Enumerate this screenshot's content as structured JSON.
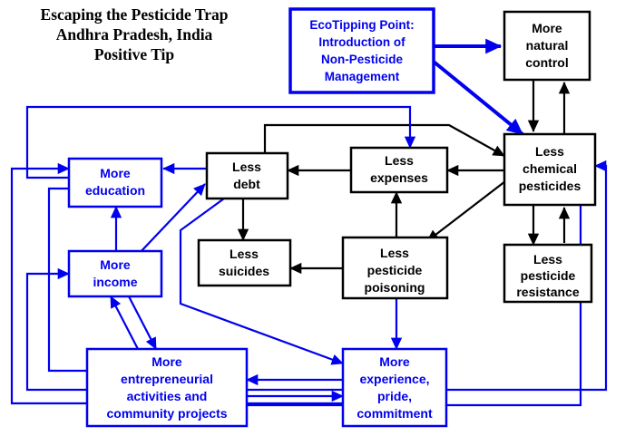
{
  "title": {
    "line1": "Escaping the Pesticide Trap",
    "line2": "Andhra Pradesh, India",
    "line3": "Positive Tip"
  },
  "colors": {
    "black": "#000000",
    "blue": "#0000EE",
    "background": "#FFFFFF"
  },
  "tipping_point": {
    "line1": "EcoTipping Point:",
    "line2": "Introduction of",
    "line3": "Non-Pesticide",
    "line4": "Management"
  },
  "nodes": {
    "natural_control": {
      "line1": "More",
      "line2": "natural",
      "line3": "control"
    },
    "chemical_pesticides": {
      "line1": "Less",
      "line2": "chemical",
      "line3": "pesticides"
    },
    "pesticide_resistance": {
      "line1": "Less",
      "line2": "pesticide",
      "line3": "resistance"
    },
    "expenses": {
      "line1": "Less",
      "line2": "expenses"
    },
    "debt": {
      "line1": "Less",
      "line2": "debt"
    },
    "suicides": {
      "line1": "Less",
      "line2": "suicides"
    },
    "poisoning": {
      "line1": "Less",
      "line2": "pesticide",
      "line3": "poisoning"
    },
    "education": {
      "line1": "More",
      "line2": "education"
    },
    "income": {
      "line1": "More",
      "line2": "income"
    },
    "entrepreneurial": {
      "line1": "More",
      "line2": "entrepreneurial",
      "line3": "activities and",
      "line4": "community projects"
    },
    "experience": {
      "line1": "More",
      "line2": "experience,",
      "line3": "pride,",
      "line4": "commitment"
    }
  },
  "chart_data": {
    "type": "diagram",
    "subtype": "causal-loop-diagram",
    "title": "Escaping the Pesticide Trap — Andhra Pradesh, India — Positive Tip",
    "node_list": [
      {
        "id": "tipping_point",
        "label": "EcoTipping Point: Introduction of Non-Pesticide Management",
        "color": "blue"
      },
      {
        "id": "natural_control",
        "label": "More natural control",
        "color": "black"
      },
      {
        "id": "chemical_pesticides",
        "label": "Less chemical pesticides",
        "color": "black"
      },
      {
        "id": "pesticide_resistance",
        "label": "Less pesticide resistance",
        "color": "black"
      },
      {
        "id": "expenses",
        "label": "Less expenses",
        "color": "black"
      },
      {
        "id": "debt",
        "label": "Less debt",
        "color": "black"
      },
      {
        "id": "suicides",
        "label": "Less suicides",
        "color": "black"
      },
      {
        "id": "poisoning",
        "label": "Less pesticide poisoning",
        "color": "black"
      },
      {
        "id": "education",
        "label": "More education",
        "color": "blue"
      },
      {
        "id": "income",
        "label": "More income",
        "color": "blue"
      },
      {
        "id": "entrepreneurial",
        "label": "More entrepreneurial activities and community projects",
        "color": "blue"
      },
      {
        "id": "experience",
        "label": "More experience, pride, commitment",
        "color": "blue"
      }
    ],
    "edges": [
      {
        "from": "tipping_point",
        "to": "natural_control",
        "color": "blue"
      },
      {
        "from": "tipping_point",
        "to": "chemical_pesticides",
        "color": "blue"
      },
      {
        "from": "natural_control",
        "to": "chemical_pesticides",
        "color": "black"
      },
      {
        "from": "chemical_pesticides",
        "to": "natural_control",
        "color": "black"
      },
      {
        "from": "chemical_pesticides",
        "to": "pesticide_resistance",
        "color": "black"
      },
      {
        "from": "pesticide_resistance",
        "to": "chemical_pesticides",
        "color": "black"
      },
      {
        "from": "chemical_pesticides",
        "to": "expenses",
        "color": "black"
      },
      {
        "from": "chemical_pesticides",
        "to": "poisoning",
        "color": "black"
      },
      {
        "from": "poisoning",
        "to": "expenses",
        "color": "black"
      },
      {
        "from": "expenses",
        "to": "debt",
        "color": "black"
      },
      {
        "from": "debt",
        "to": "suicides",
        "color": "black"
      },
      {
        "from": "poisoning",
        "to": "suicides",
        "color": "black"
      },
      {
        "from": "debt",
        "to": "chemical_pesticides",
        "color": "black"
      },
      {
        "from": "debt",
        "to": "education",
        "color": "blue"
      },
      {
        "from": "income",
        "to": "education",
        "color": "blue"
      },
      {
        "from": "income",
        "to": "debt",
        "color": "blue"
      },
      {
        "from": "debt",
        "to": "experience",
        "color": "blue"
      },
      {
        "from": "income",
        "to": "entrepreneurial",
        "color": "blue"
      },
      {
        "from": "entrepreneurial",
        "to": "income",
        "color": "blue"
      },
      {
        "from": "entrepreneurial",
        "to": "experience",
        "color": "blue"
      },
      {
        "from": "experience",
        "to": "entrepreneurial",
        "color": "blue"
      },
      {
        "from": "poisoning",
        "to": "experience",
        "color": "blue"
      },
      {
        "from": "education",
        "to": "entrepreneurial",
        "color": "blue"
      },
      {
        "from": "education",
        "to": "chemical_pesticides",
        "color": "blue"
      },
      {
        "from": "experience",
        "to": "chemical_pesticides",
        "color": "blue"
      },
      {
        "from": "entrepreneurial",
        "to": "chemical_pesticides",
        "color": "blue"
      },
      {
        "from": "experience",
        "to": "education",
        "color": "blue"
      },
      {
        "from": "experience",
        "to": "income",
        "color": "blue"
      }
    ]
  }
}
